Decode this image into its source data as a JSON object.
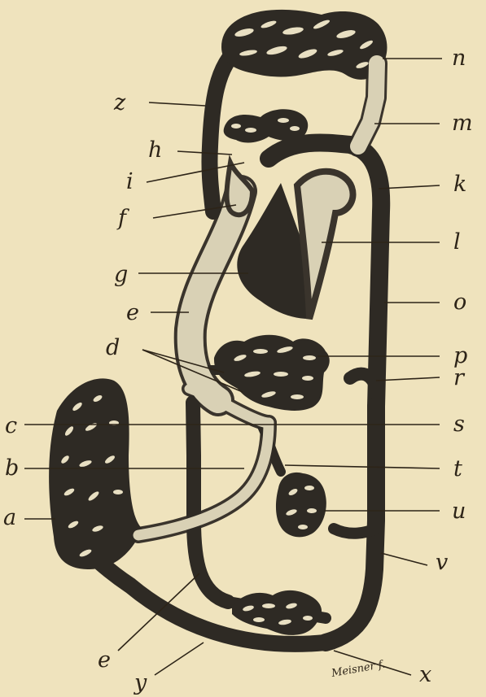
{
  "labels": {
    "n": "n",
    "z": "z",
    "m": "m",
    "h": "h",
    "k": "k",
    "i": "i",
    "f": "f",
    "l": "l",
    "g": "g",
    "e_top": "e",
    "o": "o",
    "d": "d",
    "p": "p",
    "r": "r",
    "c": "c",
    "s": "s",
    "b": "b",
    "t": "t",
    "a": "a",
    "u": "u",
    "v": "v",
    "e_bottom": "e",
    "x": "x",
    "y": "y"
  },
  "signature": "Meisner f.",
  "colors": {
    "paper": "#efe3bd",
    "dark_vessel": "#2e2a24",
    "light_vessel": "#d9d1b5",
    "ink": "#2d2418"
  }
}
